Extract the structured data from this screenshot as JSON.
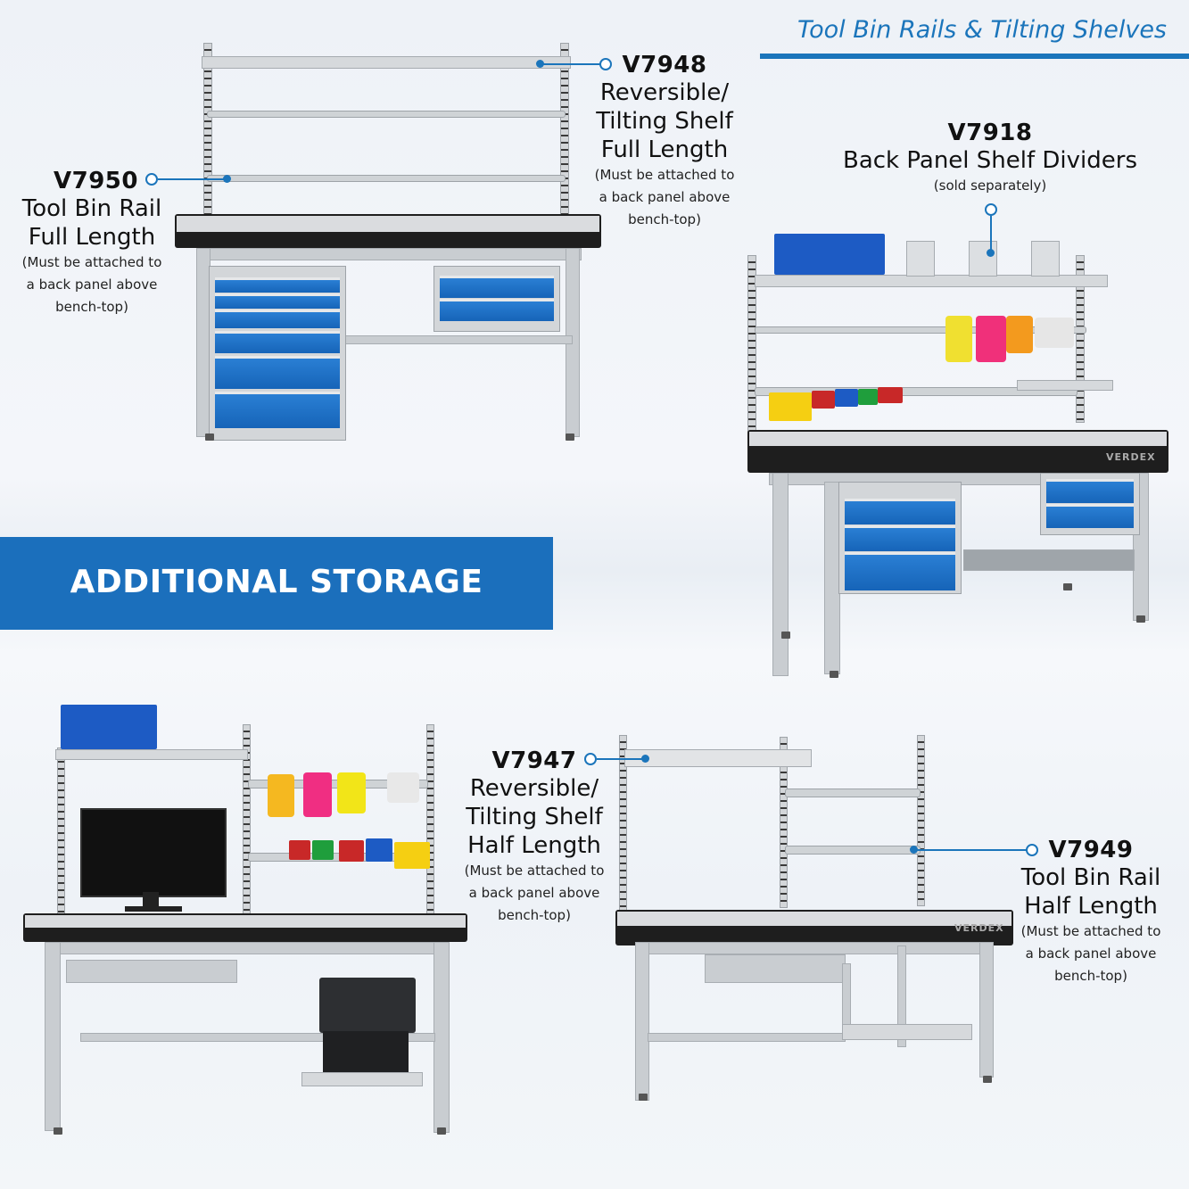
{
  "header": {
    "title": "Tool Bin Rails & Tilting Shelves",
    "accent_color": "#1b75bb"
  },
  "banner": {
    "text": "ADDITIONAL STORAGE",
    "bg_color": "#1b6fbc"
  },
  "products": {
    "v7948": {
      "code": "V7948",
      "name_line1": "Reversible/",
      "name_line2": "Tilting Shelf",
      "name_line3": "Full Length",
      "note_line1": "(Must be attached to",
      "note_line2": "a back panel above",
      "note_line3": "bench-top)"
    },
    "v7950": {
      "code": "V7950",
      "name_line1": "Tool Bin Rail",
      "name_line2": "Full Length",
      "note_line1": "(Must be attached to",
      "note_line2": "a back panel above",
      "note_line3": "bench-top)"
    },
    "v7918": {
      "code": "V7918",
      "name_line1": "Back Panel Shelf Dividers",
      "note_line1": "(sold separately)"
    },
    "v7947": {
      "code": "V7947",
      "name_line1": "Reversible/",
      "name_line2": "Tilting Shelf",
      "name_line3": "Half Length",
      "note_line1": "(Must be attached to",
      "note_line2": "a back panel above",
      "note_line3": "bench-top)"
    },
    "v7949": {
      "code": "V7949",
      "name_line1": "Tool Bin Rail",
      "name_line2": "Half Length",
      "note_line1": "(Must be attached to",
      "note_line2": "a back panel above",
      "note_line3": "bench-top)"
    }
  },
  "brand": "VERDEX"
}
